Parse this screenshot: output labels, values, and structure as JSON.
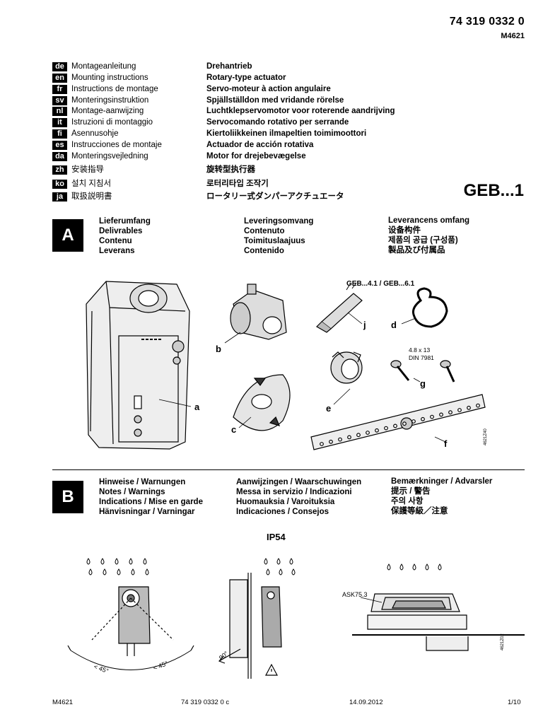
{
  "header": {
    "doc_number": "74 319 0332 0",
    "doc_code": "M4621"
  },
  "languages": [
    {
      "code": "de",
      "label": "Montageanleitung",
      "title": "Drehantrieb"
    },
    {
      "code": "en",
      "label": "Mounting instructions",
      "title": "Rotary-type actuator"
    },
    {
      "code": "fr",
      "label": "Instructions de montage",
      "title": "Servo-moteur à action angulaire"
    },
    {
      "code": "sv",
      "label": "Monteringsinstruktion",
      "title": "Spjällställdon med vridande rörelse"
    },
    {
      "code": "nl",
      "label": "Montage-aanwijzing",
      "title": "Luchtklepservomotor voor roterende aandrijving"
    },
    {
      "code": "it",
      "label": "Istruzioni di montaggio",
      "title": "Servocomando rotativo per serrande"
    },
    {
      "code": "fi",
      "label": "Asennusohje",
      "title": "Kiertoliikkeinen ilmapeltien toimimoottori"
    },
    {
      "code": "es",
      "label": "Instrucciones de montaje",
      "title": "Actuador de acción rotativa"
    },
    {
      "code": "da",
      "label": "Monteringsvejledning",
      "title": "Motor for drejebevægelse"
    },
    {
      "code": "zh",
      "label": "安装指导",
      "title": "旋转型执行器"
    },
    {
      "code": "ko",
      "label": "설치 지침서",
      "title": "로터리타입 조작기"
    },
    {
      "code": "ja",
      "label": "取扱説明書",
      "title": "ロータリー式ダンパーアクチュエータ"
    }
  ],
  "model": "GEB...1",
  "section_a": {
    "letter": "A",
    "col1": [
      "Lieferumfang",
      "Delivrables",
      "Contenu",
      "Leverans"
    ],
    "col2": [
      "Leveringsomvang",
      "Contenuto",
      "Toimituslaajuus",
      "Contenido"
    ],
    "col3": [
      "Leverancens omfang",
      "设备构件",
      "제품의 공급 (구성품)",
      "製品及び付属品"
    ],
    "figure": {
      "label_geb": "GEB...4.1 / GEB...6.1",
      "screw_spec_1": "4.8 x 13",
      "screw_spec_2": "DIN 7981",
      "parts": [
        "a",
        "b",
        "c",
        "d",
        "e",
        "f",
        "g",
        "j"
      ],
      "fig_code": "4621Z40"
    }
  },
  "section_b": {
    "letter": "B",
    "col1": [
      "Hinweise / Warnungen",
      "Notes / Warnings",
      "Indications / Mise en garde",
      "Hänvisningar / Varningar"
    ],
    "col2": [
      "Aanwijzingen / Waarschuwingen",
      "Messa in servizio / Indicazioni",
      "Huomauksia / Varoituksia",
      "Indicaciones / Consejos"
    ],
    "col3": [
      "Bemærkninger / Advarsler",
      "提示 / 警告",
      "주의 사항",
      "保護等級／注意"
    ],
    "ip_rating": "IP54",
    "figure": {
      "angle_left": "< 45°",
      "angle_right": "< 45°",
      "angle_90": "90°",
      "ask": "ASK75.3",
      "fig_code": "4621Z02"
    }
  },
  "footer": {
    "code": "M4621",
    "doc": "74 319 0332 0 c",
    "date": "14.09.2012",
    "page": "1/10"
  }
}
